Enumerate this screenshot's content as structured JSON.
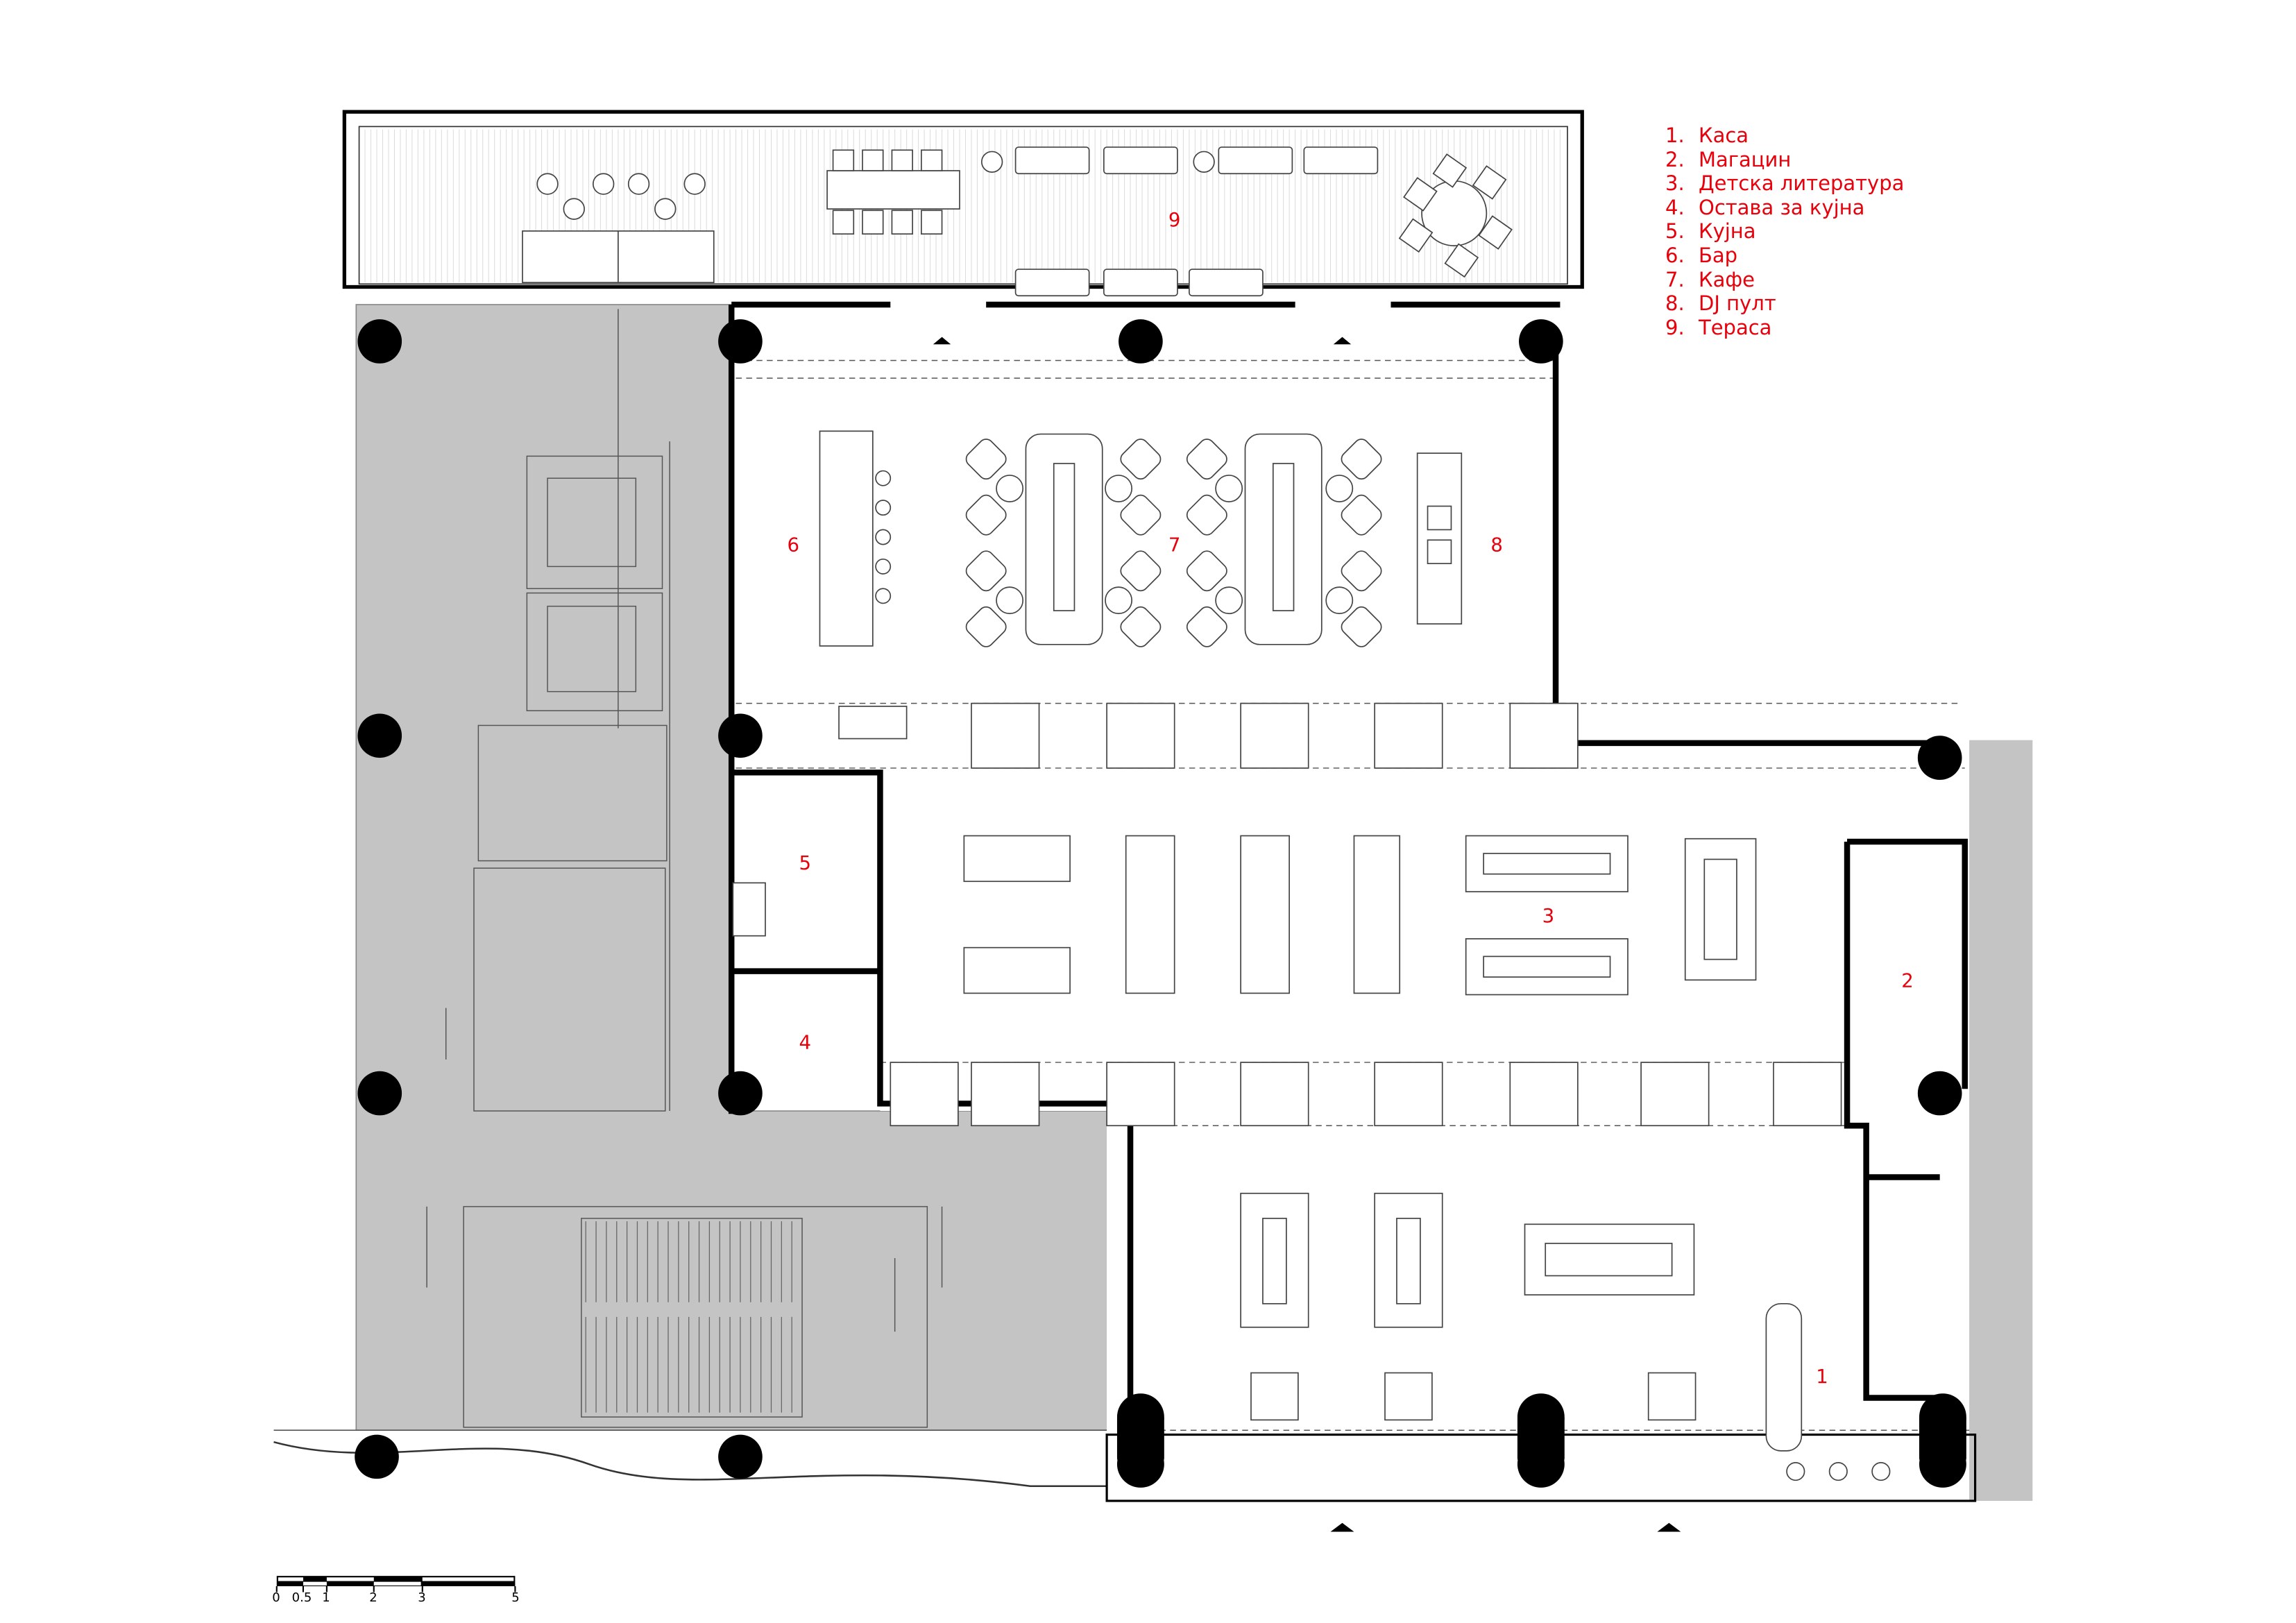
{
  "legend": [
    {
      "num": "1.",
      "label": "Каса"
    },
    {
      "num": "2.",
      "label": "Магацин"
    },
    {
      "num": "3.",
      "label": "Детска литература"
    },
    {
      "num": "4.",
      "label": "Остава за кујна"
    },
    {
      "num": "5.",
      "label": "Кујна"
    },
    {
      "num": "6.",
      "label": "Бар"
    },
    {
      "num": "7.",
      "label": "Кафе"
    },
    {
      "num": "8.",
      "label": "DJ пулт"
    },
    {
      "num": "9.",
      "label": "Тераса"
    }
  ],
  "room_labels": [
    "1",
    "2",
    "3",
    "4",
    "5",
    "6",
    "7",
    "8",
    "9"
  ],
  "scale_bar": {
    "ticks": [
      "0",
      "0.5",
      "1",
      "2",
      "3",
      "5"
    ]
  },
  "colors": {
    "label": "#e8000b",
    "wall": "#000000",
    "shaded": "#c4c4c4"
  }
}
